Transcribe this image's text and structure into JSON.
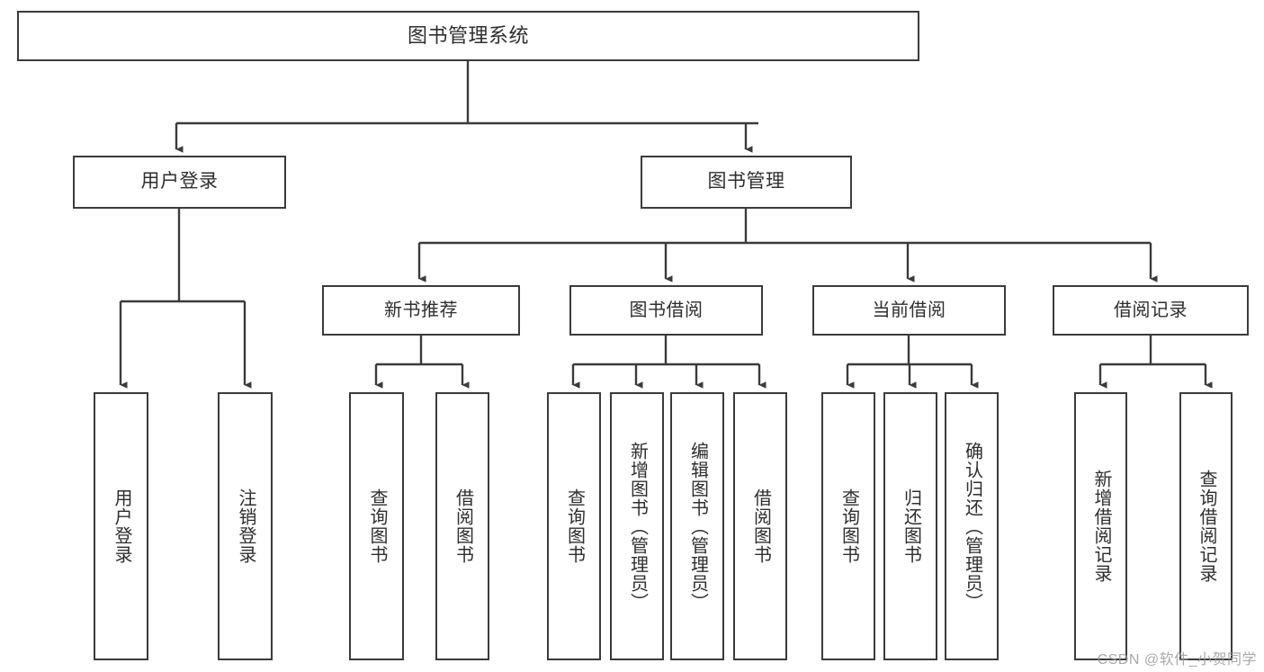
{
  "diagram": {
    "type": "tree-hierarchy-flowchart",
    "title": "图书管理系统",
    "theme": {
      "background": "#ffffff",
      "border_color": "#3b3b3b",
      "text_color": "#2e2e2e",
      "edge_color": "#3b3b3b",
      "watermark_color": "#9a9a9a"
    },
    "watermark": "CSDN @软件_小贺同学",
    "nodes": {
      "root": {
        "label": "图书管理系统",
        "level": 0,
        "orientation": "horizontal"
      },
      "user_login": {
        "label": "用户登录",
        "level": 1,
        "orientation": "horizontal"
      },
      "book_manage": {
        "label": "图书管理",
        "level": 1,
        "orientation": "horizontal"
      },
      "new_book_rec": {
        "label": "新书推荐",
        "level": 2,
        "orientation": "horizontal"
      },
      "book_borrow": {
        "label": "图书借阅",
        "level": 2,
        "orientation": "horizontal"
      },
      "current_borrow": {
        "label": "当前借阅",
        "level": 2,
        "orientation": "horizontal"
      },
      "borrow_record": {
        "label": "借阅记录",
        "level": 2,
        "orientation": "horizontal"
      },
      "leaf_user_login": {
        "label": "用户登录",
        "level": 3,
        "orientation": "vertical"
      },
      "leaf_logout": {
        "label": "注销登录",
        "level": 3,
        "orientation": "vertical"
      },
      "leaf_query_book_1": {
        "label": "查询图书",
        "level": 3,
        "orientation": "vertical"
      },
      "leaf_borrow_book_1": {
        "label": "借阅图书",
        "level": 3,
        "orientation": "vertical"
      },
      "leaf_query_book_2": {
        "label": "查询图书",
        "level": 3,
        "orientation": "vertical"
      },
      "leaf_add_book": {
        "label": "新增图书（管理员）",
        "level": 3,
        "orientation": "vertical"
      },
      "leaf_edit_book": {
        "label": "编辑图书（管理员）",
        "level": 3,
        "orientation": "vertical"
      },
      "leaf_borrow_book_2": {
        "label": "借阅图书",
        "level": 3,
        "orientation": "vertical"
      },
      "leaf_query_book_3": {
        "label": "查询图书",
        "level": 3,
        "orientation": "vertical"
      },
      "leaf_return_book": {
        "label": "归还图书",
        "level": 3,
        "orientation": "vertical"
      },
      "leaf_confirm_return": {
        "label": "确认归还（管理员）",
        "level": 3,
        "orientation": "vertical"
      },
      "leaf_add_record": {
        "label": "新增借阅记录",
        "level": 3,
        "orientation": "vertical"
      },
      "leaf_query_record": {
        "label": "查询借阅记录",
        "level": 3,
        "orientation": "vertical"
      }
    },
    "edges": [
      {
        "from": "root",
        "to": "user_login"
      },
      {
        "from": "root",
        "to": "book_manage"
      },
      {
        "from": "user_login",
        "to": "leaf_user_login"
      },
      {
        "from": "user_login",
        "to": "leaf_logout"
      },
      {
        "from": "book_manage",
        "to": "new_book_rec"
      },
      {
        "from": "book_manage",
        "to": "book_borrow"
      },
      {
        "from": "book_manage",
        "to": "current_borrow"
      },
      {
        "from": "book_manage",
        "to": "borrow_record"
      },
      {
        "from": "new_book_rec",
        "to": "leaf_query_book_1"
      },
      {
        "from": "new_book_rec",
        "to": "leaf_borrow_book_1"
      },
      {
        "from": "book_borrow",
        "to": "leaf_query_book_2"
      },
      {
        "from": "book_borrow",
        "to": "leaf_add_book"
      },
      {
        "from": "book_borrow",
        "to": "leaf_edit_book"
      },
      {
        "from": "book_borrow",
        "to": "leaf_borrow_book_2"
      },
      {
        "from": "current_borrow",
        "to": "leaf_query_book_3"
      },
      {
        "from": "current_borrow",
        "to": "leaf_return_book"
      },
      {
        "from": "current_borrow",
        "to": "leaf_confirm_return"
      },
      {
        "from": "borrow_record",
        "to": "leaf_add_record"
      },
      {
        "from": "borrow_record",
        "to": "leaf_query_record"
      }
    ]
  }
}
